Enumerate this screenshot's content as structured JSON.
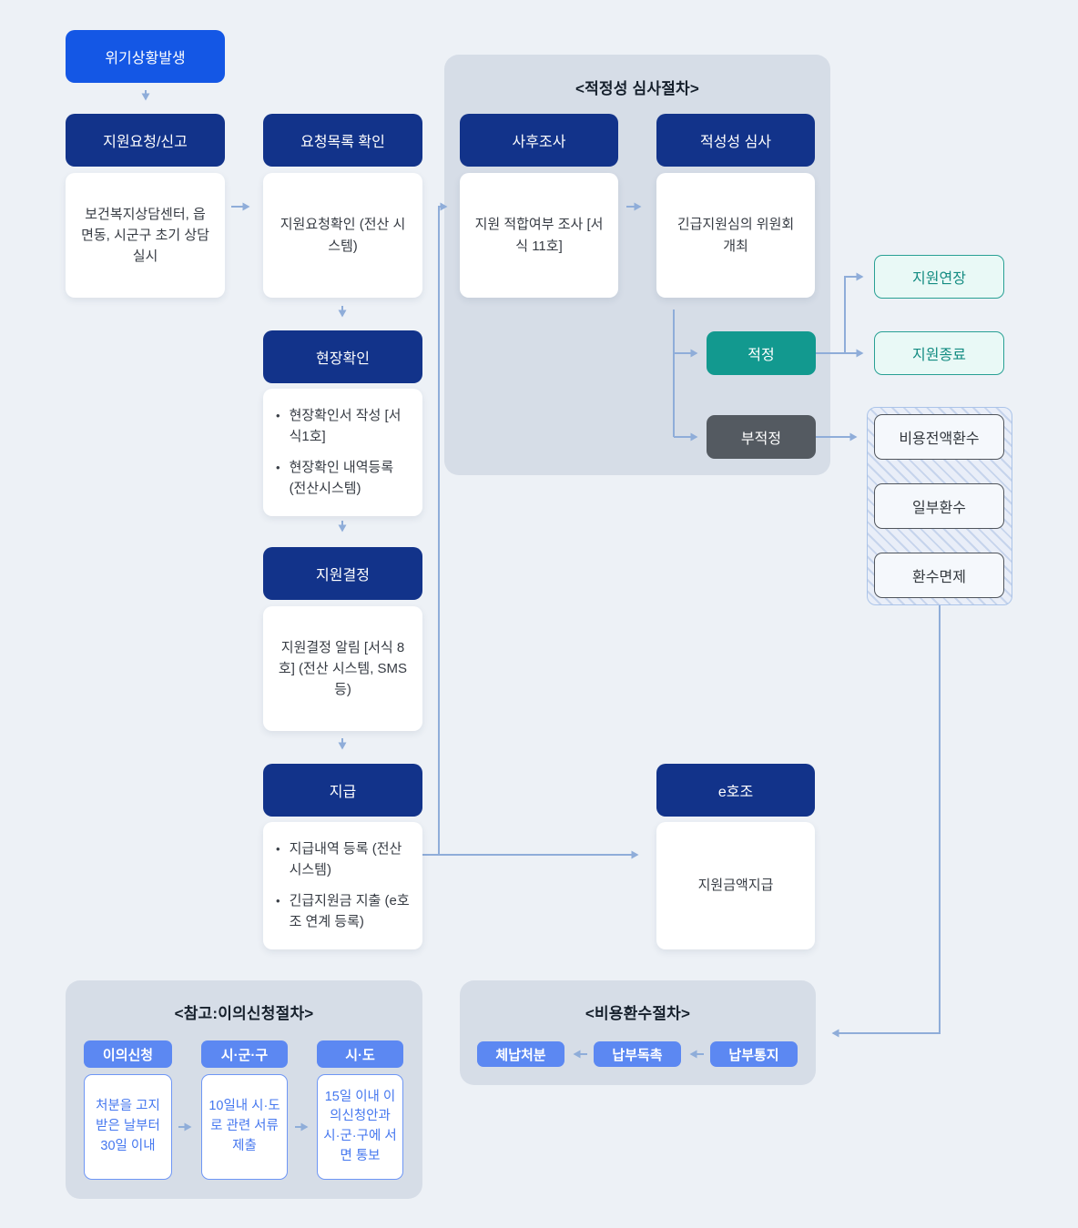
{
  "flow": {
    "crisis_label": "위기상황발생",
    "request": {
      "header": "지원요청/신고",
      "body": "보건복지상담센터, 읍면동, 시군구 초기 상담 실시"
    },
    "request_list": {
      "header": "요청목록 확인",
      "body": "지원요청확인 (전산 시스템)"
    },
    "field_check": {
      "header": "현장확인",
      "bullets": [
        "현장확인서 작성 [서식1호]",
        "현장확인 내역등록 (전산시스템)"
      ]
    },
    "decision": {
      "header": "지원결정",
      "body": "지원결정 알림 [서식 8호] (전산 시스템, SMS 등)"
    },
    "payment": {
      "header": "지급",
      "bullets": [
        "지급내역 등록 (전산시스템)",
        "긴급지원금 지출 (e호조 연계 등록)"
      ]
    },
    "ehojo": {
      "header": "e호조",
      "body": "지원금액지급"
    }
  },
  "review_panel": {
    "title": "<적정성 심사절차>",
    "post_investigation": {
      "header": "사후조사",
      "body": "지원 적합여부 조사 [서식 11호]"
    },
    "adequacy_review": {
      "header": "적성성 심사",
      "body": "긴급지원심의 위원회 개최"
    },
    "adequate_label": "적정",
    "inadequate_label": "부적정"
  },
  "outcomes": {
    "extend_label": "지원연장",
    "terminate_label": "지원종료"
  },
  "recovery_options": [
    "비용전액환수",
    "일부환수",
    "환수면제"
  ],
  "appeal_panel": {
    "title": "<참고:이의신청절차>",
    "steps": [
      {
        "header": "이의신청",
        "body": "처분을 고지 받은 날부터 30일 이내"
      },
      {
        "header": "시·군·구",
        "body": "10일내 시·도로 관련 서류 제출"
      },
      {
        "header": "시·도",
        "body": "15일 이내 이의신청안과 시·군·구에 서면 통보"
      }
    ]
  },
  "cost_recovery_panel": {
    "title": "<비용환수절차>",
    "steps": [
      "체납처분",
      "납부독촉",
      "납부통지"
    ]
  },
  "colors": {
    "page_bg": "#edf1f6",
    "panel_bg": "#d6dde7",
    "bright_blue": "#1457e5",
    "navy": "#12338a",
    "teal": "#12998f",
    "dark_gray": "#545a61",
    "mint_bg": "#e9f9f6",
    "mint_border": "#28a094",
    "pill_blue": "#5c88f2",
    "connector": "#8fadd9"
  },
  "icons": {
    "bullet": "●",
    "arrow": "→"
  }
}
